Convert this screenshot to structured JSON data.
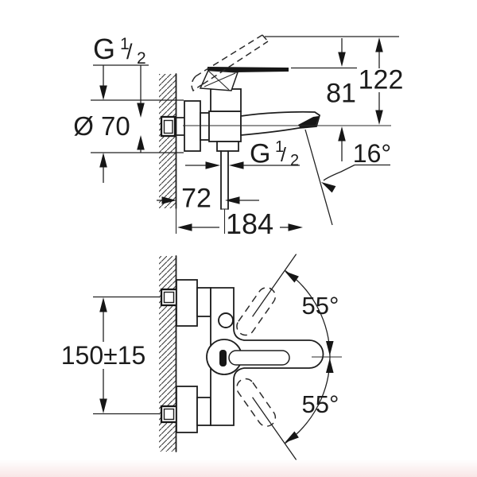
{
  "document": {
    "type": "technical installation drawing",
    "subject": "wall-mounted single-lever bath mixer, side view and front view with dimensions"
  },
  "side_view": {
    "thread_top": {
      "base": "G",
      "numerator": "1",
      "slash": "/",
      "denominator": "2"
    },
    "escutcheon_diameter": "Ø 70",
    "total_height": "122",
    "lever_height": "81",
    "spout_angle": "16°",
    "thread_bottom": {
      "base": "G",
      "numerator": "1",
      "slash": "/",
      "denominator": "2"
    },
    "wall_to_outlet": "72",
    "spout_reach": "184"
  },
  "front_view": {
    "connection_spacing": "150±15",
    "lever_swing_up": "55°",
    "lever_swing_down": "55°"
  },
  "colors": {
    "line": "#1e1e1e",
    "background": "#ffffff",
    "bottom_tint": "#f3d3d3"
  }
}
